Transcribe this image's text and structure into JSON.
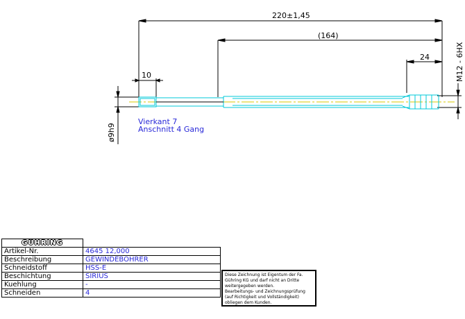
{
  "dimensions": {
    "overall_length": "220±1,45",
    "thread_length": "(164)",
    "chamfer_length": "24",
    "square_length": "10",
    "thread_spec": "M12 - 6HX",
    "shank_diameter": "ø9h9"
  },
  "notes": {
    "square": "Vierkant 7",
    "chamfer": "Anschnitt 4 Gang"
  },
  "title_block": {
    "logo_text": "GÜHRING",
    "rows": [
      {
        "label": "Artikel-Nr.",
        "value": "4645 12,000"
      },
      {
        "label": "Beschreibung",
        "value": "GEWINDEBOHRER"
      },
      {
        "label": "Schneidstoff",
        "value": "HSS-E"
      },
      {
        "label": "Beschichtung",
        "value": "SIRIUS"
      },
      {
        "label": "Kuehlung",
        "value": "-"
      },
      {
        "label": "Schneiden",
        "value": "4"
      }
    ]
  },
  "notice": "Diese Zeichnung ist Eigentum der Fa.\nGühring KG und darf nicht an Dritte\nweitergegeben werden.\nBearbeitungs- und Zeichnungsprüfung\n(auf Richtigkeit und Vollständigkeit)\nobliegen dem Kunden.",
  "colors": {
    "dimension_lines": "#000000",
    "outline": "#00c8d8",
    "centerline": "#d8c800",
    "notes": "#2828d8"
  }
}
